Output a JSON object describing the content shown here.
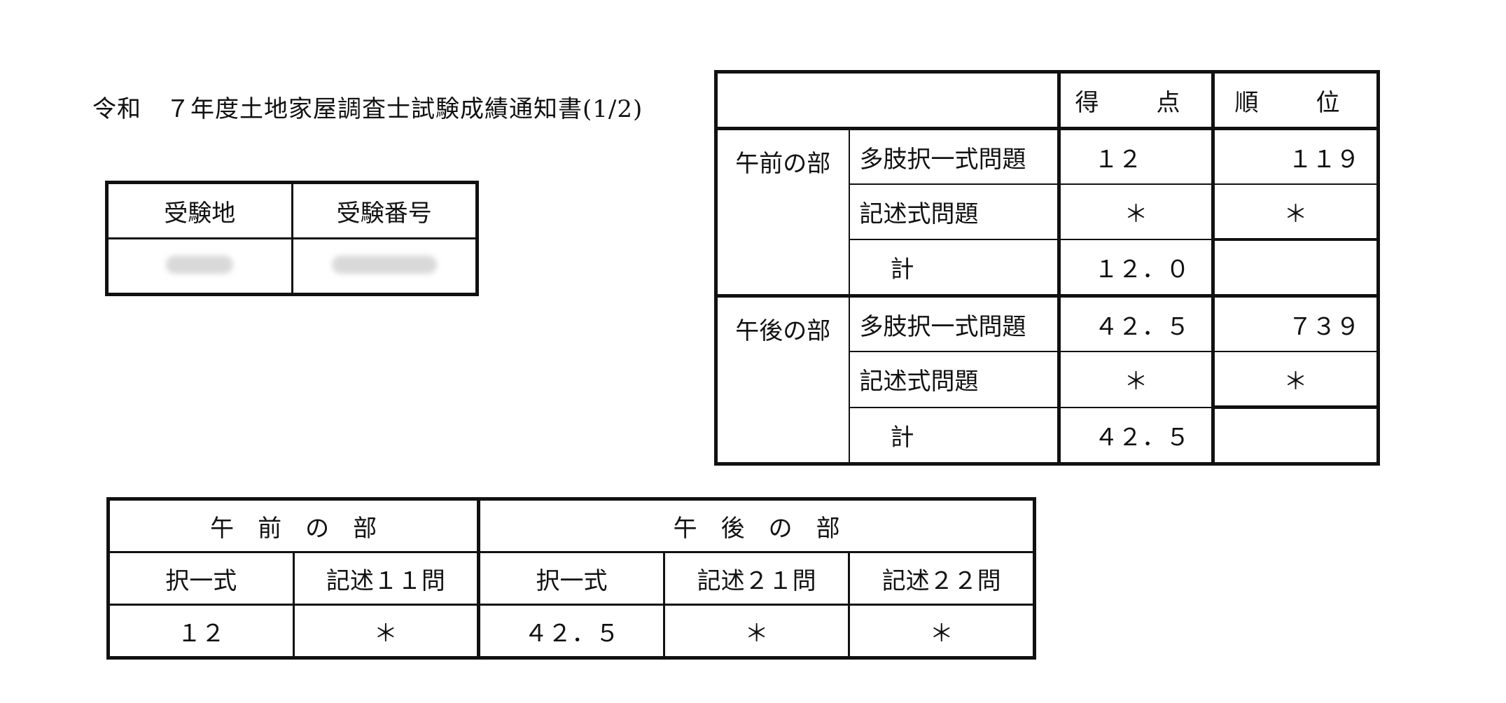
{
  "title": "令和　７年度土地家屋調査士試験成績通知書(1/2)",
  "examinee_table": {
    "headers": [
      "受験地",
      "受験番号"
    ]
  },
  "score_table": {
    "header_score": "得　点",
    "header_rank": "順　位",
    "morning": {
      "label": "午前の部",
      "mc_label": "多肢択一式問題",
      "mc_score": "１２",
      "mc_rank": "１１９",
      "desc_label": "記述式問題",
      "desc_score": "＊",
      "desc_rank": "＊",
      "total_label": "計",
      "total_score": "１２．０"
    },
    "afternoon": {
      "label": "午後の部",
      "mc_label": "多肢択一式問題",
      "mc_score": "４２．５",
      "mc_rank": "７３９",
      "desc_label": "記述式問題",
      "desc_score": "＊",
      "desc_rank": "＊",
      "total_label": "計",
      "total_score": "４２．５"
    }
  },
  "breakdown_table": {
    "morning_header": "午　前　の　部",
    "afternoon_header": "午　後　の　部",
    "columns": [
      "択一式",
      "記述１１問",
      "択一式",
      "記述２１問",
      "記述２２問"
    ],
    "values": [
      "１２",
      "＊",
      "４２．５",
      "＊",
      "＊"
    ]
  }
}
